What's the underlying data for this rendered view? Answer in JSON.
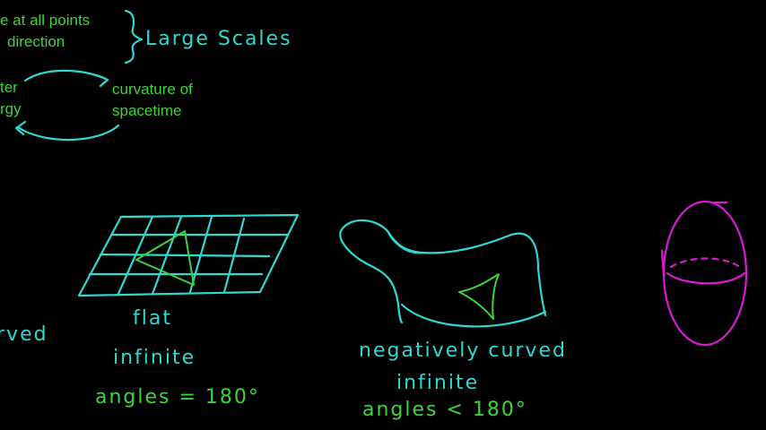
{
  "top_text": {
    "line1": "e at all points",
    "line2": "direction",
    "brace_note": "Large Scales"
  },
  "cycle": {
    "left_line1": "ter",
    "left_line2": "rgy",
    "right_line1": "curvature of",
    "right_line2": "spacetime"
  },
  "left_edge": {
    "fragment": "rved"
  },
  "flat": {
    "label": "flat",
    "sub": "infinite",
    "angles": "angles = 180°"
  },
  "saddle": {
    "label": "negatively curved",
    "sub": "infinite",
    "angles": "angles < 180°"
  },
  "colors": {
    "background": "#000000",
    "cyan": "#2fd8d0",
    "green": "#3fd33a",
    "magenta": "#d61bd2"
  }
}
